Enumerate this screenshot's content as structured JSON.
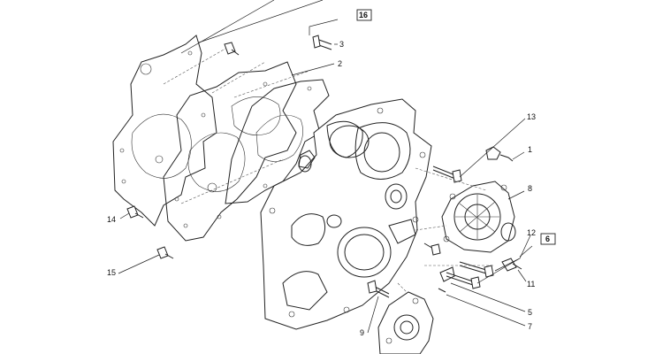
{
  "callouts": [
    {
      "id": "c1",
      "text": "1"
    },
    {
      "id": "c2",
      "text": "2"
    },
    {
      "id": "c3",
      "text": "3"
    },
    {
      "id": "c5",
      "text": "5"
    },
    {
      "id": "c6",
      "text": "6"
    },
    {
      "id": "c7",
      "text": "7"
    },
    {
      "id": "c8",
      "text": "8"
    },
    {
      "id": "c9",
      "text": "9"
    },
    {
      "id": "c11",
      "text": "11"
    },
    {
      "id": "c12",
      "text": "12"
    },
    {
      "id": "c13",
      "text": "13"
    },
    {
      "id": "c14",
      "text": "14"
    },
    {
      "id": "c15",
      "text": "15"
    },
    {
      "id": "c16",
      "text": "16"
    }
  ]
}
